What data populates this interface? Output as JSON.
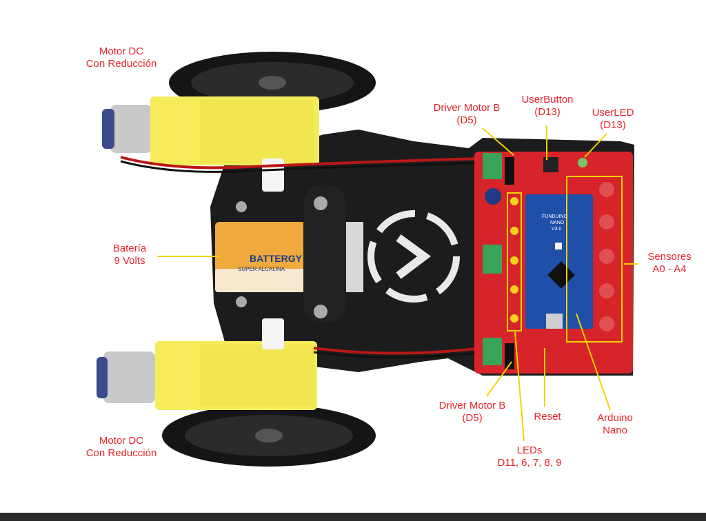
{
  "colors": {
    "label_text": "#e8242b",
    "leader_line": "#f2d400",
    "pcb": "#d6242a",
    "chassis": "#1c1c1c",
    "motor": "#f6ec5a",
    "battery": "#f0a93c",
    "arduino": "#1f4fa8",
    "wheel": "#151515"
  },
  "labels": {
    "motor_top": {
      "line1": "Motor DC",
      "line2": "Con Reducción"
    },
    "motor_bottom": {
      "line1": "Motor DC",
      "line2": "Con Reducción"
    },
    "battery": {
      "line1": "Batería",
      "line2": "9 Volts"
    },
    "driver_top": {
      "line1": "Driver Motor B",
      "line2": "(D5)"
    },
    "user_button": {
      "line1": "UserButton",
      "line2": "(D13)"
    },
    "user_led": {
      "line1": "UserLED",
      "line2": "(D13)"
    },
    "sensors": {
      "line1": "Sensores",
      "line2": "A0 - A4"
    },
    "driver_bottom": {
      "line1": "Driver Motor B",
      "line2": "(D5)"
    },
    "reset": {
      "line1": "Reset"
    },
    "arduino": {
      "line1": "Arduino",
      "line2": "Nano"
    },
    "leds": {
      "line1": "LEDs",
      "line2": "D11, 6, 7, 8, 9"
    }
  },
  "board_text": {
    "battery_brand": "BATTERGY",
    "battery_sub": "SUPER ALCALINA",
    "nano_brand": "FUNDUINO",
    "nano_model": "NANO",
    "nano_version": "V3.0"
  }
}
